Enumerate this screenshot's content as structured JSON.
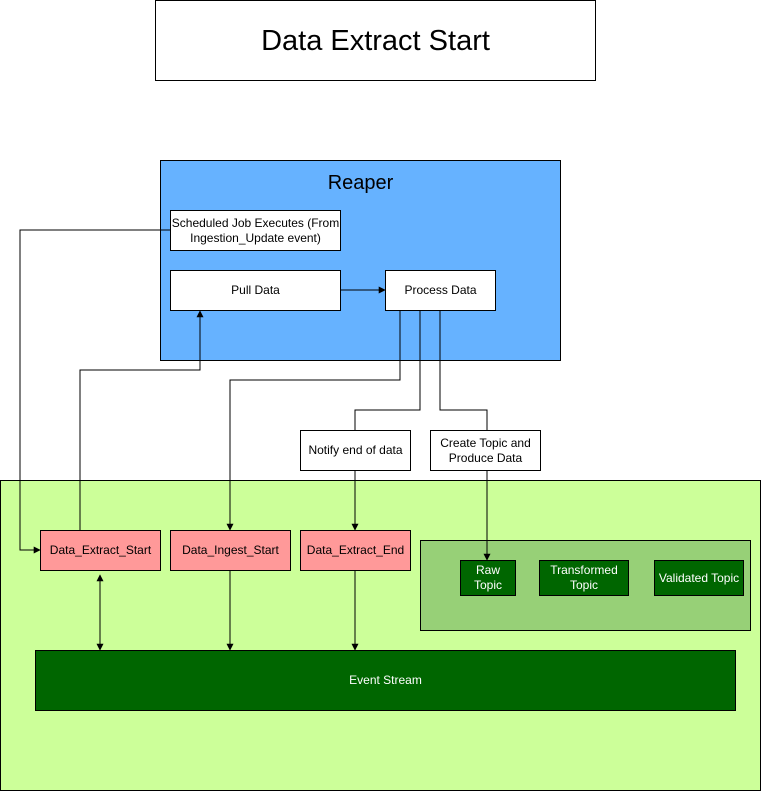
{
  "diagram": {
    "title": "Data Extract Start",
    "reaper": {
      "title": "Reaper",
      "scheduled_job": "Scheduled Job Executes (From Ingestion_Update event)",
      "pull_data": "Pull Data",
      "process_data": "Process Data"
    },
    "notify_end": "Notify end of data",
    "create_topic": "Create Topic and Produce Data",
    "events": {
      "extract_start": "Data_Extract_Start",
      "ingest_start": "Data_Ingest_Start",
      "extract_end": "Data_Extract_End"
    },
    "topics": {
      "raw": "Raw Topic",
      "transformed": "Transformed Topic",
      "validated": "Validated Topic"
    },
    "event_stream": "Event Stream"
  },
  "colors": {
    "reaper_fill": "#66b2ff",
    "green_area_fill": "#ccff99",
    "topic_area_fill": "#97d077",
    "event_fill": "#ff9999",
    "dark_green_fill": "#006600"
  }
}
